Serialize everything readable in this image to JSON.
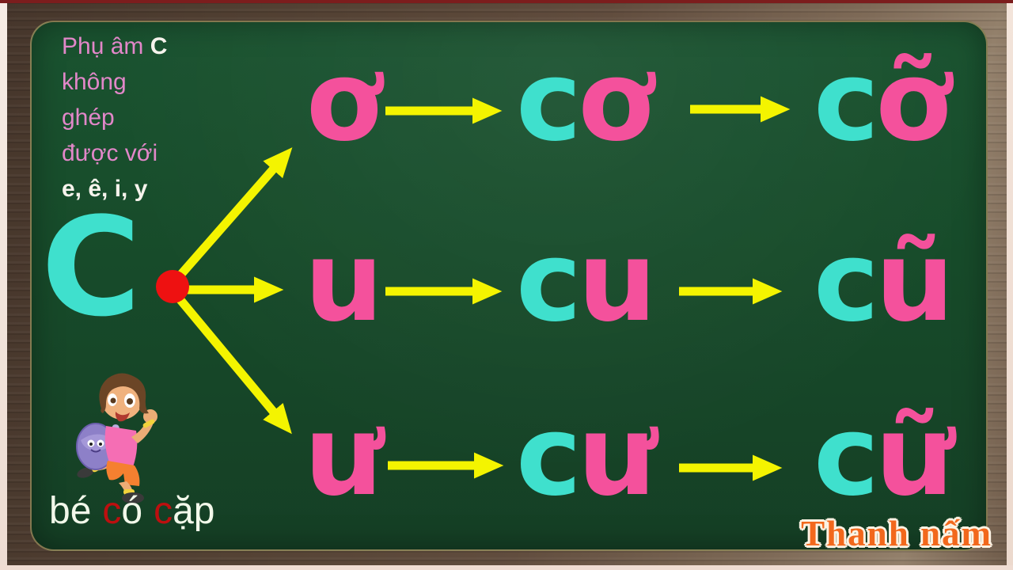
{
  "note": {
    "line1_prefix": "Phụ âm ",
    "line1_highlight": "C",
    "line2": "không",
    "line3": "ghép",
    "line4": "được với",
    "line5": "e, ê, i, y"
  },
  "base_letter": "C",
  "rows": [
    {
      "vowel": "ơ",
      "syllable": {
        "onset": "c",
        "rhyme": "ơ"
      },
      "result": {
        "onset": "c",
        "rhyme": "ỡ"
      }
    },
    {
      "vowel": "u",
      "syllable": {
        "onset": "c",
        "rhyme": "u"
      },
      "result": {
        "onset": "c",
        "rhyme": "ũ"
      }
    },
    {
      "vowel": "ư",
      "syllable": {
        "onset": "c",
        "rhyme": "ư"
      },
      "result": {
        "onset": "c",
        "rhyme": "ữ"
      }
    }
  ],
  "caption": {
    "word1": "bé",
    "word2_onset": "c",
    "word2_rest": "ó",
    "word3_onset": "c",
    "word3_rest": "ặp"
  },
  "watermark": "Thanh nấm",
  "colors": {
    "board_green": "#174b2a",
    "wood_brown": "#5a4638",
    "letter_pink": "#f4519c",
    "letter_cyan": "#3fe0cd",
    "arrow_yellow": "#f4f400",
    "hub_dot_red": "#ee1111",
    "note_pink": "#e287c9",
    "note_white": "#f6f3ec",
    "caption_red": "#bd0f0f",
    "watermark_orange": "#f2681c"
  }
}
